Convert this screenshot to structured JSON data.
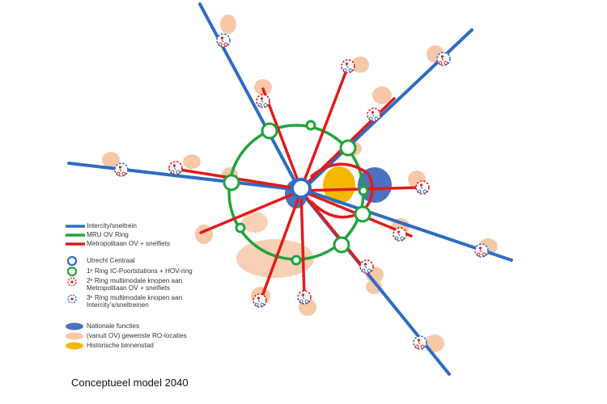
{
  "diagram": {
    "colors": {
      "intercity": "#2e6dc2",
      "ring": "#22a33a",
      "metro": "#e01c1c",
      "nationale_functies": "#4a72c0",
      "ro_locaties": "#f7c8a8",
      "binnenstad": "#f5b800"
    }
  },
  "legend": {
    "items": [
      {
        "symbol": "intercity-line",
        "lines": [
          "Intercity/sneltrein"
        ]
      },
      {
        "symbol": "ring-line",
        "lines": [
          "MRU  OV Ring"
        ]
      },
      {
        "symbol": "metro-line",
        "lines": [
          "Metropolitaan OV + snelfiets"
        ]
      },
      {
        "symbol": "centraal-circle",
        "lines": [
          "Utrecht Centraal"
        ]
      },
      {
        "symbol": "ring1-circle",
        "lines": [
          "1ᵉ Ring IC-Poortstations + HOV-ring"
        ]
      },
      {
        "symbol": "ring2-knoop",
        "lines": [
          "2ᵉ Ring multimodale knopen aan",
          "Metropolitaan OV + snelfiets"
        ]
      },
      {
        "symbol": "ring3-knoop",
        "lines": [
          "3ᵉ Ring multimodale knopen aan",
          "Intercity’s/sneltreinen"
        ]
      },
      {
        "symbol": "nationale-ellipse",
        "lines": [
          "Nationale functies"
        ]
      },
      {
        "symbol": "ro-ellipse",
        "lines": [
          "(vanuit OV) gewenste  RO-locaties"
        ]
      },
      {
        "symbol": "binnenstad-ellipse",
        "lines": [
          "Historische binnenstad"
        ]
      }
    ]
  },
  "title": "Conceptueel model 2040"
}
